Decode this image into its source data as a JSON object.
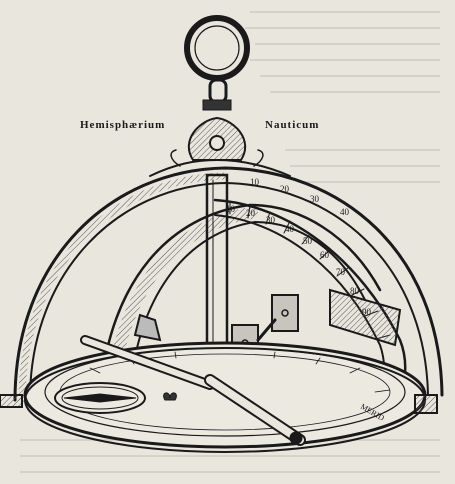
{
  "caption": {
    "left": "Hemisphærium",
    "right": "Nauticum"
  },
  "scale_labels": {
    "top_arc": [
      "10",
      "20",
      "30",
      "40"
    ],
    "quadrant": [
      "10",
      "20",
      "30",
      "40",
      "50",
      "60",
      "70",
      "80",
      "90"
    ],
    "horizon_ring": "MERID"
  },
  "colors": {
    "paper": "#e9e6de",
    "ink": "#1a1a1a",
    "shade": "#6b6b6b"
  }
}
